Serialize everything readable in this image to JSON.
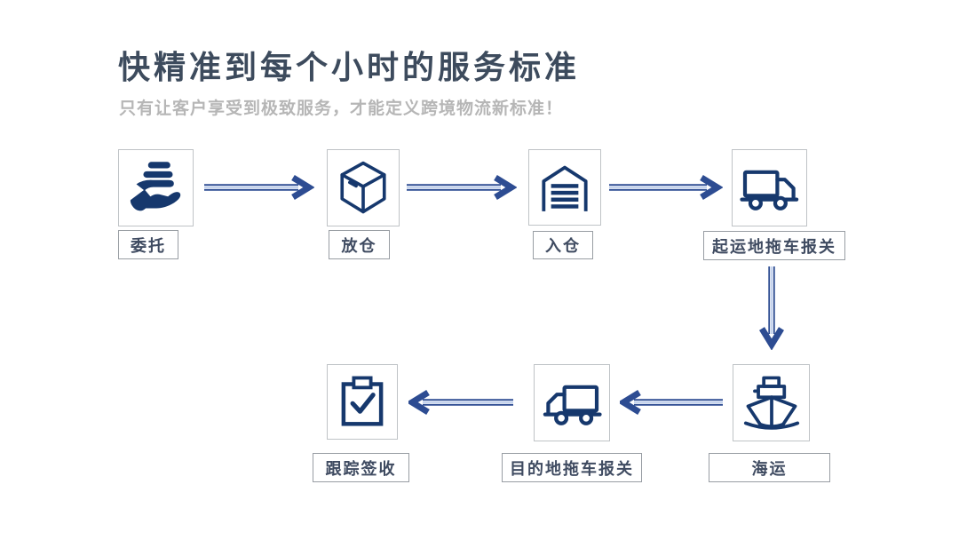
{
  "slide": {
    "title": "快精准到每个小时的服务标准",
    "subtitle": "只有让客户享受到极致服务，才能定义跨境物流新标准！"
  },
  "colors": {
    "title_text": "#3d4b5d",
    "subtitle_text": "#b6b6b6",
    "label_text": "#3f4b61",
    "icon_navy": "#16386d",
    "arrow_blue": "#2d4c92",
    "arrow_light": "#c6d4ee",
    "card_border": "#bfc3c6",
    "label_border": "#989da3"
  },
  "flow": {
    "nodes": [
      {
        "label": "委托",
        "icon": "hand-holding-goods-icon"
      },
      {
        "label": "放仓",
        "icon": "cube-box-icon"
      },
      {
        "label": "入仓",
        "icon": "warehouse-icon"
      },
      {
        "label": "起运地拖车报关",
        "icon": "truck-right-icon"
      },
      {
        "label": "海运",
        "icon": "ship-icon"
      },
      {
        "label": "目的地拖车报关",
        "icon": "truck-left-icon"
      },
      {
        "label": "跟踪签收",
        "icon": "clipboard-check-icon"
      }
    ],
    "arrows": [
      {
        "from": "委托",
        "to": "放仓",
        "direction": "right"
      },
      {
        "from": "放仓",
        "to": "入仓",
        "direction": "right"
      },
      {
        "from": "入仓",
        "to": "起运地拖车报关",
        "direction": "right"
      },
      {
        "from": "起运地拖车报关",
        "to": "海运",
        "direction": "down"
      },
      {
        "from": "海运",
        "to": "目的地拖车报关",
        "direction": "left"
      },
      {
        "from": "目的地拖车报关",
        "to": "跟踪签收",
        "direction": "left"
      }
    ]
  }
}
